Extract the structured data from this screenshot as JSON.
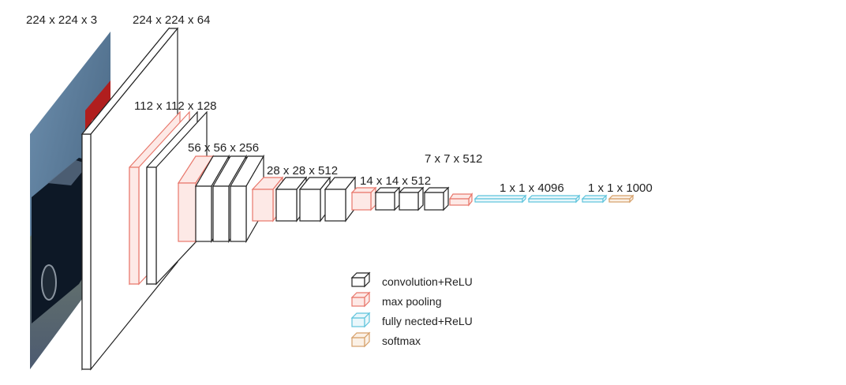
{
  "colors": {
    "conv": "#222222",
    "pool": "#e8776b",
    "pool_fill": "#fde9e6",
    "fc": "#5ec4dc",
    "softmax": "#d6a06a",
    "image_sky": "#3e5f7f",
    "image_body": "#0d1826",
    "image_digits": "#b01e1e"
  },
  "labels": {
    "input": "224 x 224 x 3",
    "block1": "224 x 224 x 64",
    "block2": "112 x 112 x 128",
    "block3": "56 x 56 x 256",
    "block4": "28 x 28 x 512",
    "block5": "14 x 14 x 512",
    "pool5": "7 x 7 x 512",
    "fc": "1 x 1 x 4096",
    "softmax": "1 x 1 x 1000"
  },
  "legend": [
    {
      "key": "conv",
      "label": "convolution+ReLU"
    },
    {
      "key": "pool",
      "label": "max pooling"
    },
    {
      "key": "fc",
      "label": "fully nected+ReLU"
    },
    {
      "key": "softmax",
      "label": "softmax"
    }
  ]
}
